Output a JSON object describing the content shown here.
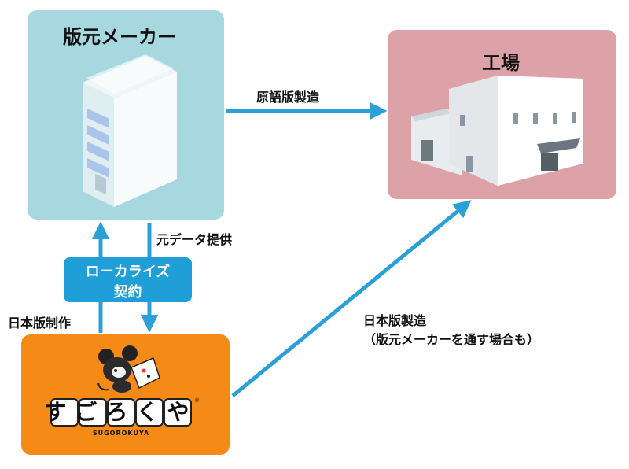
{
  "publisher": {
    "title": "版元メーカー"
  },
  "factory": {
    "title": "工場"
  },
  "contract": {
    "line1": "ローカライズ",
    "line2": "契約"
  },
  "sugoroku": {
    "logo_text": "すごろくや",
    "logo_sub": "SUGOROKUYA"
  },
  "edges": {
    "original_production": "原語版製造",
    "source_data": "元データ提供",
    "jp_production": "日本版制作",
    "jp_manufacture_line1": "日本版製造",
    "jp_manufacture_line2": "（版元メーカーを通す場合も）"
  },
  "colors": {
    "publisher_bg": "#a7d8df",
    "factory_bg": "#dca2a8",
    "sugoroku_bg": "#f58a16",
    "contract_bg": "#1f9ed7",
    "arrow": "#2a9fd8"
  }
}
